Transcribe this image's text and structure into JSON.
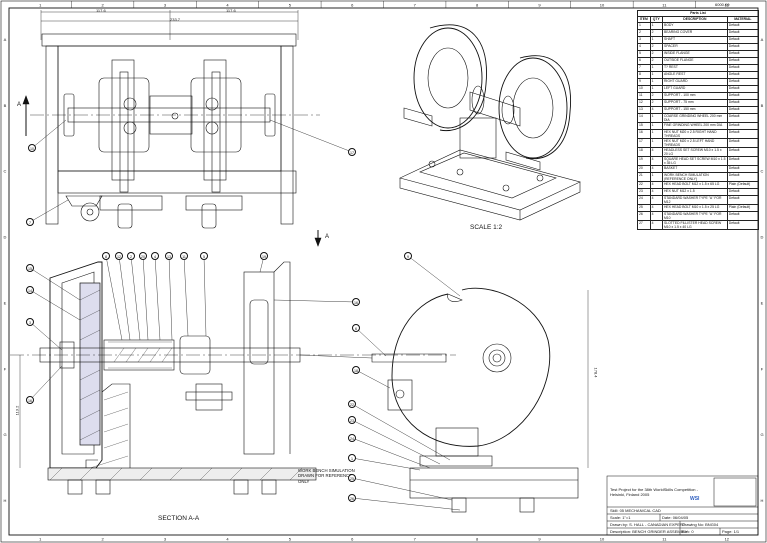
{
  "sheet": {
    "stamp": "6000.00",
    "view_section_label": "SECTION A-A",
    "view_scale_label": "SCALE 1:2",
    "section_marker": "A",
    "note": "WORK BENCH SIMULATION\nDRAWN FOR REFERENCE\nONLY",
    "dimensions": {
      "top_total": "233.7",
      "top_left": "117.6",
      "top_right": "117.6",
      "height_right": "178.4",
      "height_left": "113.2"
    },
    "zone_numbers_top": [
      "1",
      "2",
      "3",
      "4",
      "5",
      "6",
      "7",
      "8",
      "9",
      "10",
      "11",
      "12"
    ],
    "zone_letters_side": [
      "A",
      "B",
      "C",
      "D",
      "E",
      "F",
      "G",
      "H"
    ]
  },
  "parts_list": {
    "title": "Parts List",
    "headers": [
      "ITEM",
      "QTY",
      "DESCRIPTION",
      "MATERIAL"
    ],
    "rows": [
      [
        "1",
        "1",
        "BODY",
        "Default"
      ],
      [
        "2",
        "2",
        "BEARING COVER",
        "Default"
      ],
      [
        "3",
        "1",
        "SHAFT",
        "Default"
      ],
      [
        "4",
        "2",
        "SPACER",
        "Default"
      ],
      [
        "5",
        "2",
        "INSIDE FLANGE",
        "Default"
      ],
      [
        "6",
        "2",
        "OUTSIDE FLANGE",
        "Default"
      ],
      [
        "7",
        "1",
        "T? REST",
        "Default"
      ],
      [
        "8",
        "1",
        "ANGLE REST",
        "Default"
      ],
      [
        "9",
        "1",
        "RIGHT GUARD",
        "Default"
      ],
      [
        "10",
        "1",
        "LEFT GUARD",
        "Default"
      ],
      [
        "11",
        "2",
        "SUPPORT - 100 mm",
        "Default"
      ],
      [
        "12",
        "2",
        "SUPPORT - 75 mm",
        "Default"
      ],
      [
        "13",
        "4",
        "SUPPORT - 150 mm",
        "Default"
      ],
      [
        "14",
        "1",
        "COARSE GRINDING WHEEL 200 mm DIA",
        "Default"
      ],
      [
        "15",
        "1",
        "FINE GRINDING WHEEL 200 mm DIA",
        "Default"
      ],
      [
        "16",
        "1",
        "HEX NUT M20 x 2.5 RIGHT HAND THREADS",
        "Default"
      ],
      [
        "17",
        "1",
        "HEX NUT M20 x 2.5 LEFT HAND THREADS",
        "Default"
      ],
      [
        "18",
        "4",
        "HEADLESS SET SCREW M10 x 1.5 x 20 LG",
        "Default"
      ],
      [
        "19",
        "4",
        "SQUARE HEAD SET SCREW M10 x 1.5 x 35 LG",
        "Default"
      ],
      [
        "20",
        "4",
        "BASKET",
        "Default"
      ],
      [
        "21",
        "1",
        "WORK BENCH SIMULATION (REFERENCE ONLY)",
        "Default"
      ],
      [
        "22",
        "4",
        "HEX HEAD BOLT M12 x 1.5 x 65 LG",
        "Plain (Default)"
      ],
      [
        "23",
        "4",
        "HEX NUT M12 x 1.5",
        "Default"
      ],
      [
        "24",
        "4",
        "STANDARD WASHER TYPE \"A\" FOR M12",
        "Default"
      ],
      [
        "25",
        "4",
        "HEX HEAD BOLT M10 x 1.5 x 25 LG",
        "Plain (Default)"
      ],
      [
        "26",
        "4",
        "STANDARD WASHER TYPE \"A\" FOR M10",
        "Default"
      ],
      [
        "27",
        "4",
        "SLOTTED FILLISTER HEAD SCREW M10 x 1.5 x 40 LG",
        "Default"
      ]
    ]
  },
  "title_block": {
    "project": "Test Project for the 38th WorldSkills Competition - Helsinki, Finland 2005",
    "skill_label": "Skill:",
    "skill": "05 MECHANICAL CAD",
    "scale_label": "Scale:",
    "scale": "1\"=1",
    "date_label": "Date:",
    "date": "06/04/05",
    "drawn_label": "Drawn by:",
    "drawn": "S. HALL - CANADIAN EXPERT",
    "drawing_no_label": "Drawing No:",
    "drawing_no": "BNG04",
    "description_label": "Description:",
    "description": "BENCH GRINDER ASSEMBLY",
    "rev_label": "Rev:",
    "rev": "0",
    "page_label": "Page:",
    "page": "1/1",
    "logo_text": "WSI"
  },
  "balloons": {
    "top_view": [
      "10",
      "17",
      "7"
    ],
    "section_top": [
      "8",
      "12",
      "2",
      "20",
      "4",
      "13",
      "11",
      "5",
      "19"
    ],
    "section_left": [
      "15",
      "14",
      "3",
      "16"
    ],
    "side_view": [
      "9",
      "16",
      "6",
      "18",
      "22",
      "23",
      "24",
      "1",
      "25",
      "26"
    ]
  }
}
